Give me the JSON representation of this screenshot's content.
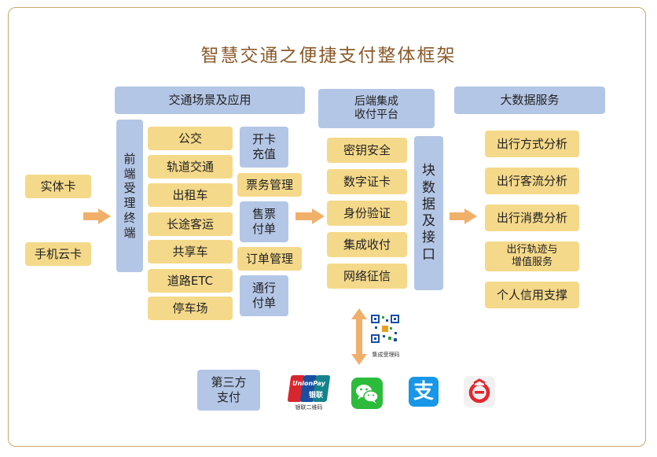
{
  "title": "智慧交通之便捷支付整体框架",
  "headers": {
    "scenes": "交通场景及应用",
    "backend": "后端集成\n收付平台",
    "bigdata": "大数据服务"
  },
  "cards": [
    "实体卡",
    "手机云卡"
  ],
  "front_terminal": [
    "前",
    "端",
    "受",
    "理",
    "终",
    "端"
  ],
  "scenes": [
    "公交",
    "轨道交通",
    "出租车",
    "长途客运",
    "共享车",
    "道路ETC",
    "停车场"
  ],
  "services": [
    "开卡\n充值",
    "票务管理",
    "售票\n付单",
    "订单管理",
    "通行\n付单"
  ],
  "platform": [
    "密钥安全",
    "数字证卡",
    "身份验证",
    "集成收付",
    "网络征信"
  ],
  "blockchain": [
    "块",
    "数",
    "据",
    "及",
    "接",
    "口"
  ],
  "analytics": [
    "出行方式分析",
    "出行客流分析",
    "出行消费分析",
    "出行轨迹与\n增值服务",
    "个人信用支撑"
  ],
  "qr_label": "集成受理码",
  "third_party": "第三方\n支付",
  "unionpay": {
    "top": "UnionPay",
    "cn": "银联",
    "caption": "银联二维码"
  },
  "alipay_glyph": "支",
  "colors": {
    "blue": "#b4c6e6",
    "yellow": "#f5d98a",
    "arrow": "#f0b06a",
    "title": "#8a5a2b"
  }
}
